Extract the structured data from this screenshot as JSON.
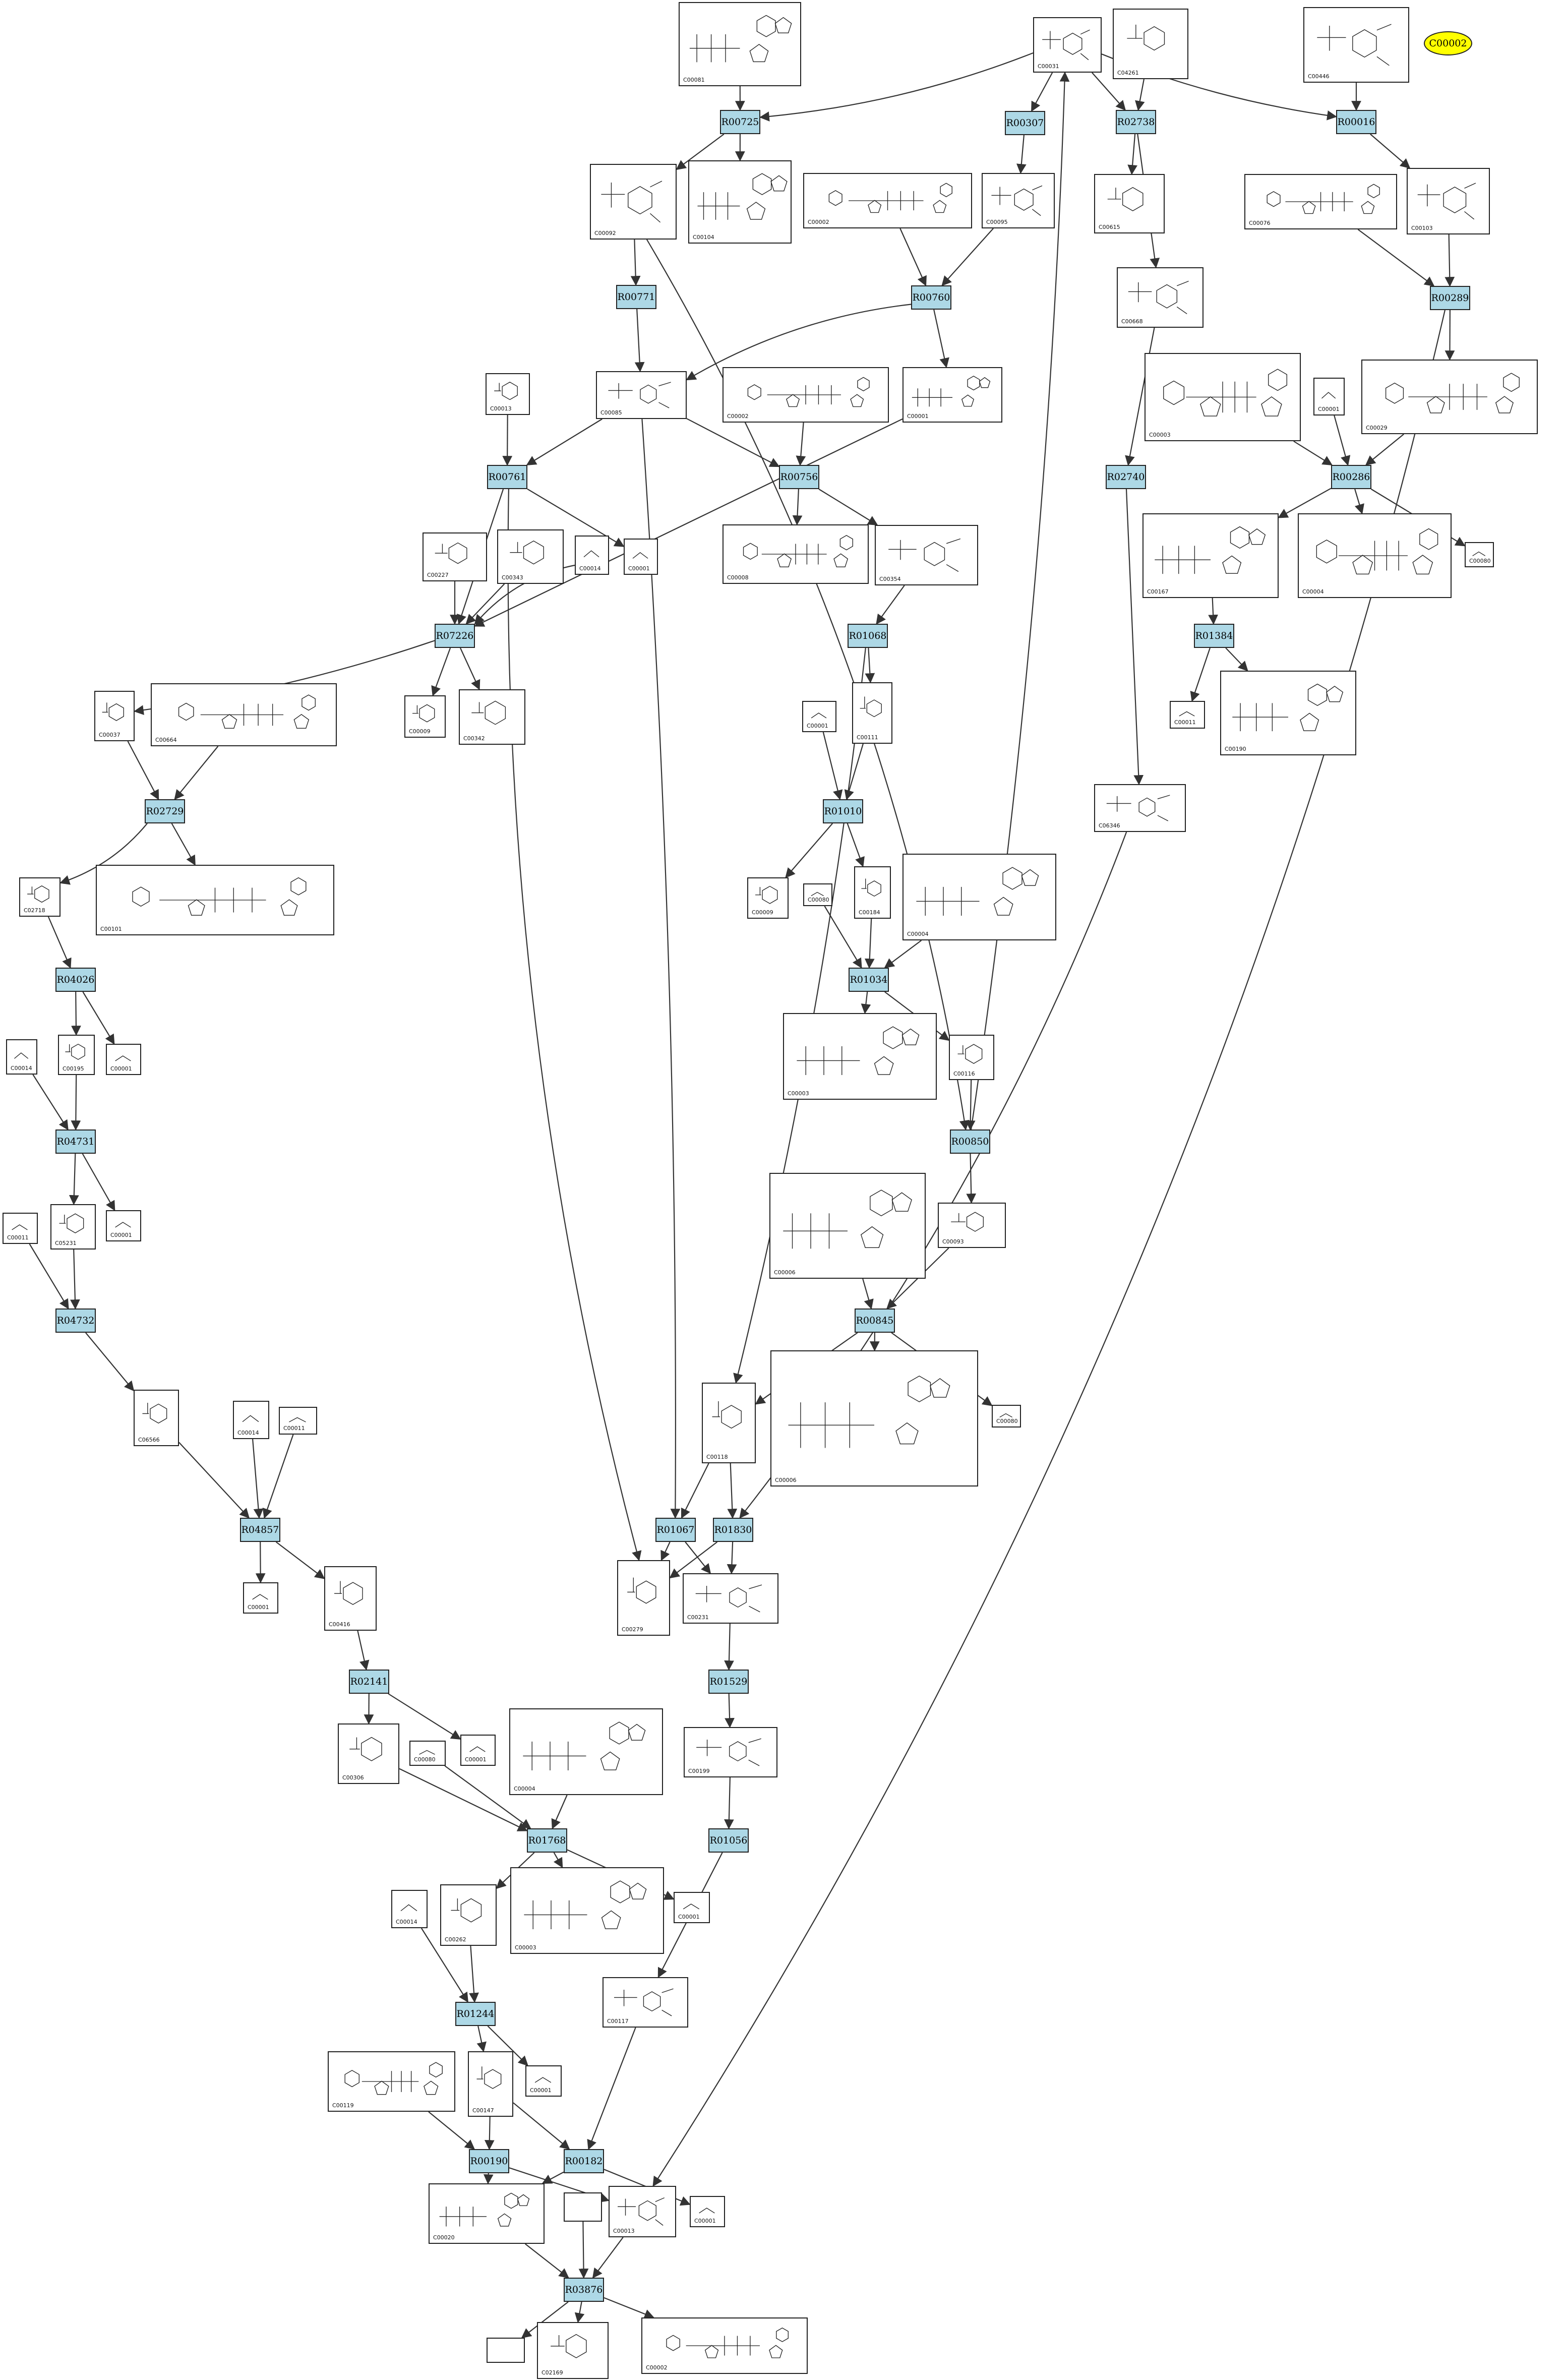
{
  "colors": {
    "reaction_fill": "#add8e6",
    "highlight_fill": "#ffff00",
    "edge": "#333333",
    "border": "#222222"
  },
  "highlight": {
    "label": "C00002"
  },
  "reactions": {
    "R00725": "R00725",
    "R00307": "R00307",
    "R02738": "R02738",
    "R00016": "R00016",
    "R00771": "R00771",
    "R00760": "R00760",
    "R00289": "R00289",
    "R00761": "R00761",
    "R00756": "R00756",
    "R02740": "R02740",
    "R00286": "R00286",
    "R07226": "R07226",
    "R01068": "R01068",
    "R01384": "R01384",
    "R02729": "R02729",
    "R01010": "R01010",
    "R04026": "R04026",
    "R01034": "R01034",
    "R04731": "R04731",
    "R00850": "R00850",
    "R04732": "R04732",
    "R00845": "R00845",
    "R04857": "R04857",
    "R01067": "R01067",
    "R01830": "R01830",
    "R02141": "R02141",
    "R01529": "R01529",
    "R01768": "R01768",
    "R01056": "R01056",
    "R01244": "R01244",
    "R00190": "R00190",
    "R00182": "R00182",
    "R03876": "R03876"
  },
  "compounds": {
    "c00081": "C00081",
    "c00031_top": "C00031",
    "c04261": "C04261",
    "c00446": "C00446",
    "c00092": "C00092",
    "c00104": "C00104",
    "c00002_a": "C00002",
    "c00095": "C00095",
    "c00076": "C00076",
    "c00103": "C00103",
    "c00615": "C00615",
    "c00668": "C00668",
    "c00013": "C00013",
    "c00085": "C00085",
    "c00002_b": "C00002",
    "c00001_a": "C00001",
    "c00003_a": "C00003",
    "c00029": "C00029",
    "c00001_b": "C00001",
    "c00227": "C00227",
    "c00343": "C00343",
    "c00014_a": "C00014",
    "c00001_c": "C00001",
    "c00008": "C00008",
    "c00354": "C00354",
    "c00167": "C00167",
    "c00004_a": "C00004",
    "c00080_a": "C00080",
    "c00009_a": "C00009",
    "c00342": "C00342",
    "c00011_a": "C00011",
    "c00190": "C00190",
    "c00037": "C00037",
    "c00664": "C00664",
    "c00001_d": "C00001",
    "c00111": "C00111",
    "c02718": "C02718",
    "c00101": "C00101",
    "c06346": "C06346",
    "c00009_b": "C00009",
    "c00080_b": "C00080",
    "c00184": "C00184",
    "c00004_b": "C00004",
    "c00014_b": "C00014",
    "c00195": "C00195",
    "c00001_e": "C00001",
    "c00003_b": "C00003",
    "c00116": "C00116",
    "c00011_b": "C00011",
    "c05231": "C05231",
    "c00001_f": "C00001",
    "c00006_a": "C00006",
    "c00093": "C00093",
    "c00080_c": "C00080",
    "c00118": "C00118",
    "c00006_b": "C00006",
    "c06566": "C06566",
    "c00014_c": "C00014",
    "c00011_c": "C00011",
    "c00001_g": "C00001",
    "c00279": "C00279",
    "c00231": "C00231",
    "c00416": "C00416",
    "c00306": "C00306",
    "c00080_d": "C00080",
    "c00001_h": "C00001",
    "c00004_c": "C00004",
    "c00199": "C00199",
    "c00014_d": "C00014",
    "c00262": "C00262",
    "c00003_c": "C00003",
    "c00001_i": "C00001",
    "c00117": "C00117",
    "c00119": "C00119",
    "c00147": "C00147",
    "c00001_j": "C00001",
    "c00020": "C00020",
    "c00013_b": "C00013",
    "c00001_k": "C00001",
    "blank_a": "",
    "blank_b": "",
    "c02169": "C02169",
    "c00002_c": "C00002"
  }
}
